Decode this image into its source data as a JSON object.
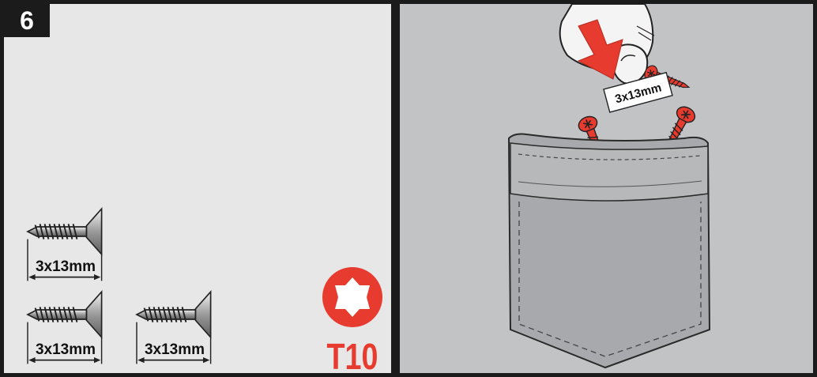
{
  "step": {
    "number": "6"
  },
  "screws": {
    "items": [
      {
        "size_label": "3x13mm"
      },
      {
        "size_label": "3x13mm"
      },
      {
        "size_label": "3x13mm"
      }
    ]
  },
  "tool": {
    "label": "T10",
    "color": "#e63b2e"
  },
  "pocket_scene": {
    "hand_screw_label": "3x13mm",
    "arrow_color": "#e63b2e",
    "screw_color": "#e63b2e"
  }
}
